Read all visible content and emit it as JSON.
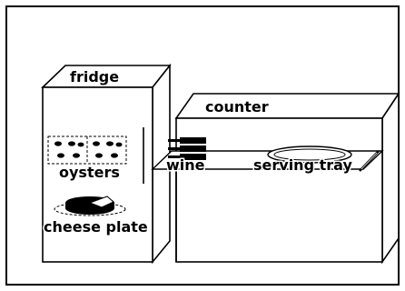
{
  "labels": {
    "fridge": "fridge",
    "counter": "counter",
    "oysters": "oysters",
    "wine": "wine",
    "serving_tray": "serving tray",
    "cheese_plate": "cheese plate"
  },
  "colors": {
    "stroke": "#000000",
    "background": "#ffffff"
  }
}
